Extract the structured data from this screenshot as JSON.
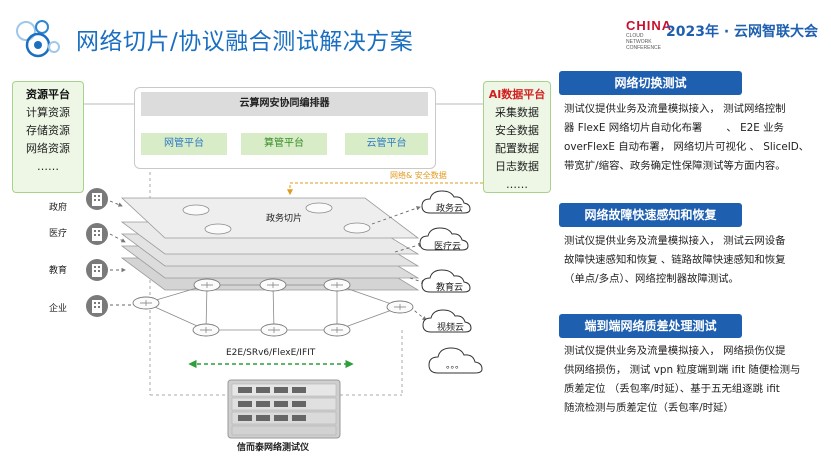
{
  "header": {
    "title": "网络切片/协议融合测试解决方案",
    "brand_china": "CHINA",
    "brand_sub": "CLOUD NETWORK CONFERENCE",
    "brand_event": "2023年 · 云网智联大会"
  },
  "resource_platform": {
    "title": "资源平台",
    "items": [
      "计算资源",
      "存储资源",
      "网络资源",
      "……"
    ]
  },
  "orchestrator": {
    "title": "云算网安协同编排器",
    "platforms": [
      "网管平台",
      "算管平台",
      "云管平台"
    ]
  },
  "ai_platform": {
    "title": "AI数据平台",
    "items": [
      "采集数据",
      "安全数据",
      "配置数据",
      "日志数据",
      "……"
    ]
  },
  "data_flow_label": "网络& 安全数据",
  "sectors": [
    "政府",
    "医疗",
    "教育",
    "企业"
  ],
  "clouds": [
    "政务云",
    "医疗云",
    "教育云",
    "视频云",
    "。。。"
  ],
  "slice_label": "政务切片",
  "protocol_label": "E2E/SRv6/FlexE/IFIT",
  "device_label": "信而泰网络测试仪",
  "sections": [
    {
      "heading": "网络切换测试",
      "lines": [
        "测试仪提供业务及流量模拟接入， 测试网络控制",
        "器 FlexE 网络切片自动化布署　　 、 E2E 业务",
        "overFlexE 自动布署， 网络切片可视化 、 SliceID、",
        "带宽扩/缩容、政务确定性保障测试等方面内容。"
      ]
    },
    {
      "heading": "网络故障快速感知和恢复",
      "lines": [
        "测试仪提供业务及流量模拟接入， 测试云网设备",
        "故障快速感知和恢复 、链路故障快速感知和恢复",
        "（单点/多点）、网络控制器故障测试。"
      ]
    },
    {
      "heading": "端到端网络质差处理测试",
      "lines": [
        "测试仪提供业务及流量模拟接入， 网络损伤仪提",
        "供网络损伤， 测试 vpn 粒度端到端 ifit 随便检测与",
        "质差定位 （丢包率/时延）、基于五无组逐跳 ifit",
        "随流检测与质差定位（丢包率/时延）"
      ]
    }
  ],
  "colors": {
    "title_blue": "#1b6fc0",
    "heading_bg": "#1f5fb0",
    "panel_green": "#eef7e6",
    "platform_green": "#d8ecc8",
    "ai_red": "#d11f1f",
    "data_flow_orange": "#e29a1e",
    "protocol_green": "#2f9e3c"
  }
}
